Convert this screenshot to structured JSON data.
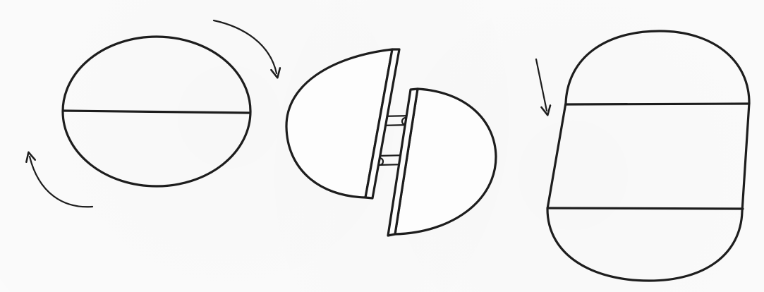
{
  "figure": {
    "stages": [
      {
        "id": "closed-ellipse",
        "description_label": ""
      },
      {
        "id": "split-halves",
        "description_label": ""
      },
      {
        "id": "extended-oval",
        "description_label": ""
      }
    ],
    "colors": {
      "ink": "#1d1d1d",
      "paper": "#fbfbfb"
    }
  }
}
